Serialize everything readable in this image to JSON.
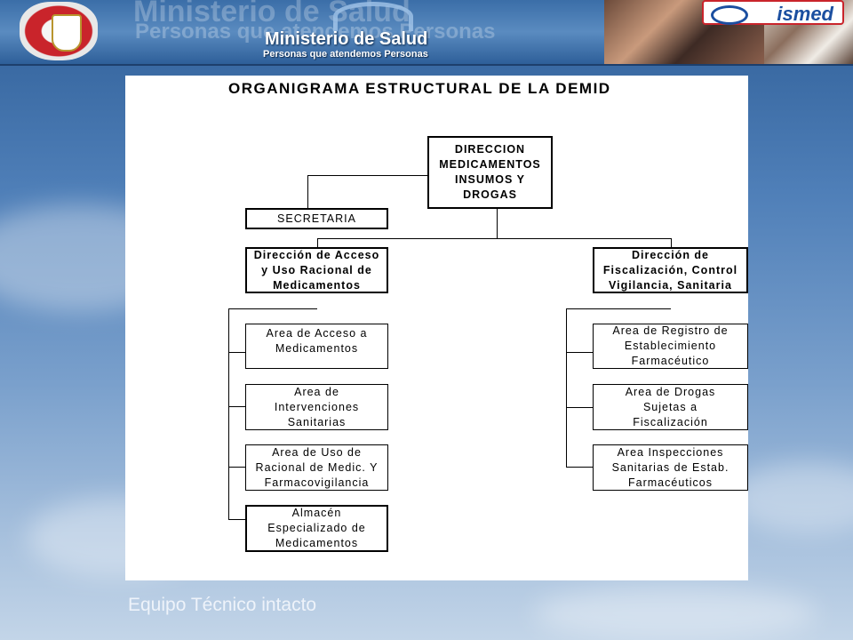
{
  "banner": {
    "ghost_top": "Ministerio de Salud",
    "ghost_bottom": "Personas que atendemos Personas",
    "ministry_title": "Ministerio de Salud",
    "ministry_subtitle": "Personas que atendemos Personas",
    "partner_logo": "ismed"
  },
  "diagram": {
    "title": "ORGANIGRAMA ESTRUCTURAL DE LA DEMID",
    "root": "DIRECCION MEDICAMENTOS INSUMOS Y DROGAS",
    "secretaria": "SECRETARIA",
    "left_branch": {
      "head": "Dirección de Acceso y Uso Racional de Medicamentos",
      "areas": [
        "Area de Acceso a Medicamentos",
        "Area de Intervenciones Sanitarias",
        "Area de Uso de Racional de Medic. Y Farmacovigilancia",
        "Almacén Especializado de Medicamentos"
      ]
    },
    "right_branch": {
      "head": "Dirección de Fiscalización, Control Vigilancia, Sanitaria",
      "areas": [
        "Area de Registro de Establecimiento Farmacéutico",
        "Area de Drogas Sujetas a Fiscalización",
        "Area Inspecciones Sanitarias de Estab. Farmacéuticos"
      ]
    }
  },
  "footer": {
    "caption": "Equipo Técnico intacto"
  },
  "colors": {
    "banner": "#3b6ea8",
    "sky": "#4f7fb8",
    "panel": "#ffffff",
    "ismed_blue": "#1b4fa0",
    "crest_red": "#c9242b"
  }
}
